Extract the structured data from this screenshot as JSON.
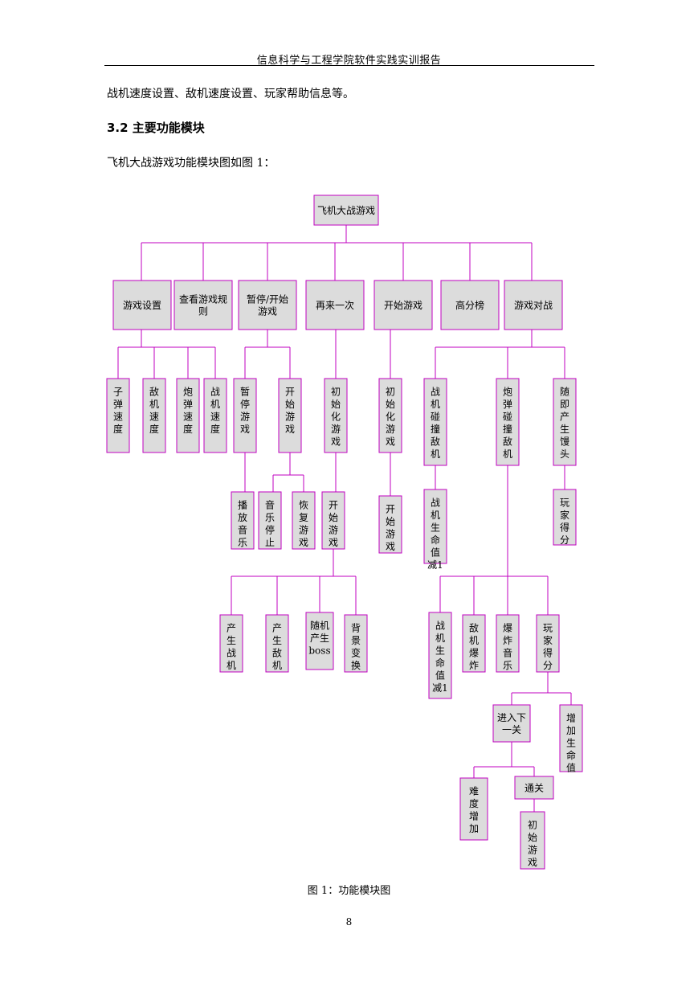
{
  "header": {
    "title": "信息科学与工程学院软件实践实训报告"
  },
  "body": {
    "para1": "战机速度设置、敌机速度设置、玩家帮助信息等。",
    "section_heading": "3.2 主要功能模块",
    "para2": "飞机大战游戏功能模块图如图 1："
  },
  "diagram": {
    "nodes": [
      {
        "id": "root",
        "lines": [
          "飞机大战游戏"
        ]
      },
      {
        "id": "settings",
        "lines": [
          "游戏设置"
        ]
      },
      {
        "id": "rules",
        "lines": [
          "查看游戏规",
          "则"
        ]
      },
      {
        "id": "pause_start",
        "lines": [
          "暂停/开始",
          "游戏"
        ]
      },
      {
        "id": "again",
        "lines": [
          "再来一次"
        ]
      },
      {
        "id": "start",
        "lines": [
          "开始游戏"
        ]
      },
      {
        "id": "highscore",
        "lines": [
          "高分榜"
        ]
      },
      {
        "id": "battle",
        "lines": [
          "游戏对战"
        ]
      },
      {
        "id": "bullet_speed",
        "lines": [
          "子",
          "弹",
          "速",
          "度"
        ]
      },
      {
        "id": "enemy_speed",
        "lines": [
          "敌",
          "机",
          "速",
          "度"
        ]
      },
      {
        "id": "bomb_speed",
        "lines": [
          "炮",
          "弹",
          "速",
          "度"
        ]
      },
      {
        "id": "fighter_speed",
        "lines": [
          "战",
          "机",
          "速",
          "度"
        ]
      },
      {
        "id": "pause_game",
        "lines": [
          "暂",
          "停",
          "游",
          "戏"
        ]
      },
      {
        "id": "start_game2",
        "lines": [
          "开",
          "始",
          "游",
          "戏"
        ]
      },
      {
        "id": "init_game",
        "lines": [
          "初",
          "始",
          "化",
          "游",
          "戏"
        ]
      },
      {
        "id": "init_game2",
        "lines": [
          "初",
          "始",
          "化",
          "游",
          "戏"
        ]
      },
      {
        "id": "fighter_hit",
        "lines": [
          "战",
          "机",
          "碰",
          "撞",
          "敌",
          "机"
        ]
      },
      {
        "id": "bomb_hit",
        "lines": [
          "炮",
          "弹",
          "碰",
          "撞",
          "敌",
          "机"
        ]
      },
      {
        "id": "random_bun",
        "lines": [
          "随",
          "即",
          "产",
          "生",
          "馒",
          "头"
        ]
      },
      {
        "id": "play_music",
        "lines": [
          "播",
          "放",
          "音",
          "乐"
        ]
      },
      {
        "id": "music_stop",
        "lines": [
          "音",
          "乐",
          "停",
          "止"
        ]
      },
      {
        "id": "resume_game",
        "lines": [
          "恢",
          "复",
          "游",
          "戏"
        ]
      },
      {
        "id": "start_game3",
        "lines": [
          "开",
          "始",
          "游",
          "戏"
        ]
      },
      {
        "id": "start_game4",
        "lines": [
          "开",
          "始",
          "游",
          "戏"
        ]
      },
      {
        "id": "life_minus1",
        "lines": [
          "战",
          "机",
          "生",
          "命",
          "值",
          "减1"
        ]
      },
      {
        "id": "player_score",
        "lines": [
          "玩",
          "家",
          "得",
          "分"
        ]
      },
      {
        "id": "gen_fighter",
        "lines": [
          "产",
          "生",
          "战",
          "机"
        ]
      },
      {
        "id": "gen_enemy",
        "lines": [
          "产",
          "生",
          "敌",
          "机"
        ]
      },
      {
        "id": "gen_boss",
        "lines": [
          "随机",
          "产生",
          "boss"
        ]
      },
      {
        "id": "bg_change",
        "lines": [
          "背",
          "景",
          "变",
          "换"
        ]
      },
      {
        "id": "life_minus2",
        "lines": [
          "战",
          "机",
          "生",
          "命",
          "值",
          "减1"
        ]
      },
      {
        "id": "enemy_explode",
        "lines": [
          "敌",
          "机",
          "爆",
          "炸"
        ]
      },
      {
        "id": "explode_music",
        "lines": [
          "爆",
          "炸",
          "音",
          "乐"
        ]
      },
      {
        "id": "player_score2",
        "lines": [
          "玩",
          "家",
          "得",
          "分"
        ]
      },
      {
        "id": "next_level",
        "lines": [
          "进入下",
          "一关"
        ]
      },
      {
        "id": "add_life",
        "lines": [
          "增",
          "加",
          "生",
          "命",
          "值"
        ]
      },
      {
        "id": "difficulty_up",
        "lines": [
          "难",
          "度",
          "增",
          "加"
        ]
      },
      {
        "id": "clear",
        "lines": [
          "通关"
        ]
      },
      {
        "id": "init_game3",
        "lines": [
          "初",
          "始",
          "游",
          "戏"
        ]
      }
    ]
  },
  "caption": "图 1：功能模块图",
  "page_number": "8"
}
